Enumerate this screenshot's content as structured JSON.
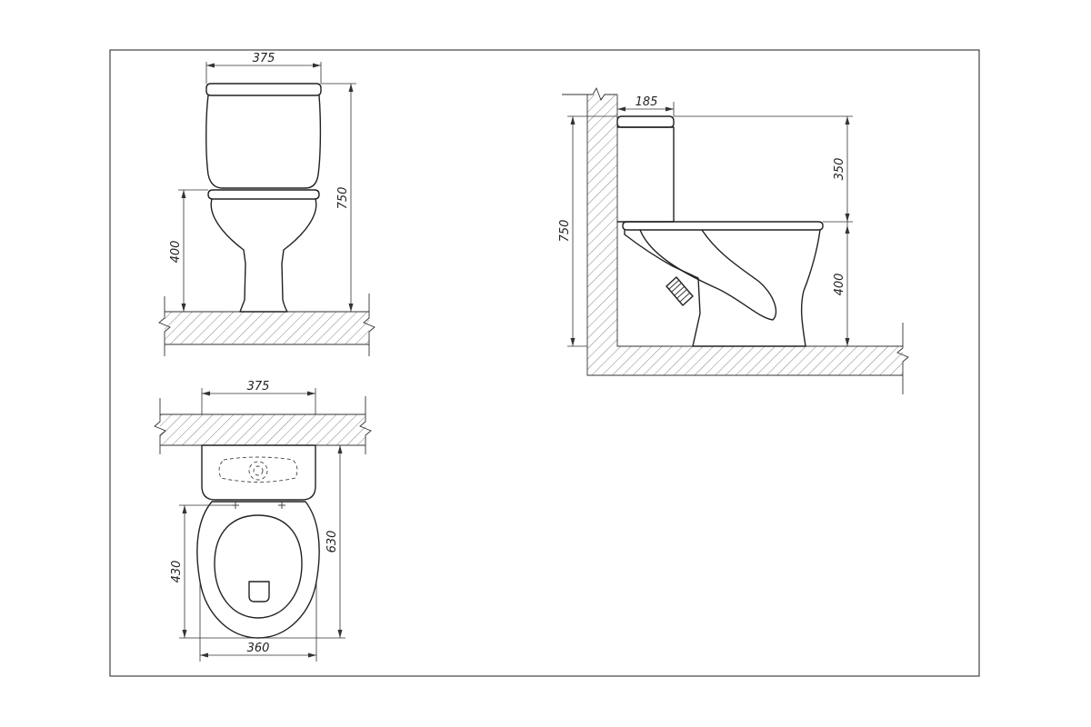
{
  "front_view": {
    "width_label": "375",
    "height_label": "750",
    "seat_height_label": "400"
  },
  "top_view": {
    "width_label": "375",
    "depth_label": "630",
    "bowl_length_label": "430",
    "bowl_width_label": "360"
  },
  "side_view": {
    "tank_depth_label": "185",
    "height_label": "750",
    "tank_height_label": "350",
    "seat_height_label": "400"
  }
}
